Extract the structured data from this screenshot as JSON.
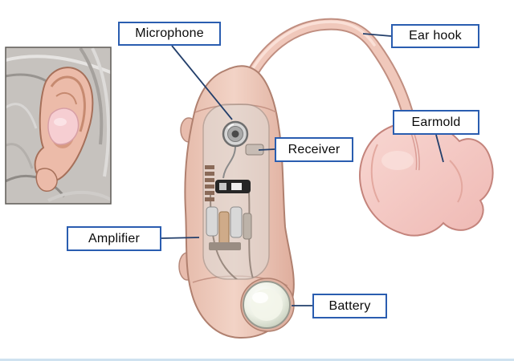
{
  "figure": {
    "type": "labeled-diagram",
    "subject": "Behind-the-ear hearing aid parts diagram with ear photo inset",
    "labels": {
      "microphone": "Microphone",
      "ear_hook": "Ear hook",
      "receiver": "Receiver",
      "earmold": "Earmold",
      "amplifier": "Amplifier",
      "battery": "Battery"
    },
    "colors": {
      "label_border": "#2a5db0",
      "label_background": "#ffffff",
      "label_text": "#0a0a0a",
      "leader_line": "#233f6b",
      "device_body": "#ecc8bb",
      "earmold_fill": "#f4cbc6",
      "battery_face": "#f3f5ea",
      "background": "#ffffff"
    }
  }
}
